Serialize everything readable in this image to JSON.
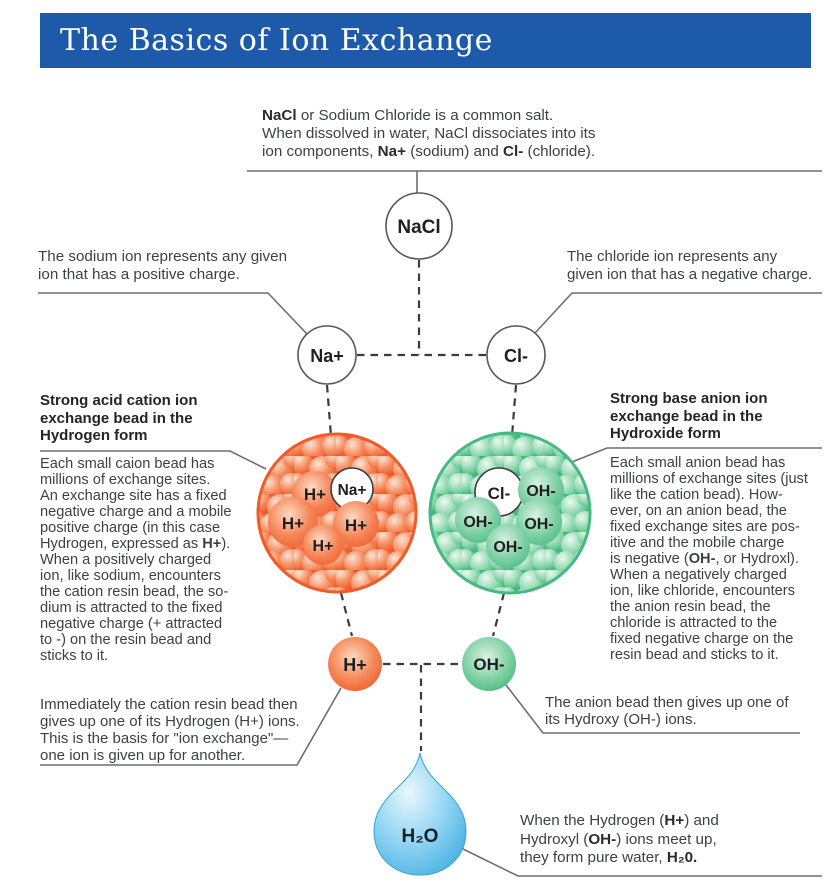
{
  "header": {
    "title": "The Basics of Ion Exchange"
  },
  "notes": {
    "salt": "**NaCl** or Sodium Chloride is a common salt.\nWhen dissolved in water, NaCl dissociates into its\nion components, **Na+** (sodium) and **Cl-** (chloride).",
    "sodium": "The sodium ion represents any given\nion that has a positive charge.",
    "chloride": "The chloride ion represents any\ngiven ion that has a negative charge.",
    "cation_heading": "Strong acid cation ion\nexchange bead in the\nHydrogen form",
    "cation_body": "Each small caion bead has\nmillions of exchange sites.\nAn exchange site has a fixed\nnegative charge and a mobile\npositive charge (in this case\nHydrogen, expressed as **H+**).\nWhen a positively charged\nion, like sodium, encounters\nthe cation resin bead, the so-\ndium is attracted to the fixed\nnegative charge (+ attracted\nto -) on the resin bead and\nsticks to it.",
    "anion_heading": "Strong base anion ion\nexchange bead in the\nHydroxide form",
    "anion_body": "Each small anion bead has\nmillions of exchange sites (just\nlike the cation bead). How-\never, on an anion bead, the\nfixed exchange sites are pos-\nitive and the mobile charge\nis negative (**OH-**, or Hydroxl).\nWhen a negatively charged\nion, like chloride, encounters\nthe anion resin bead, the\nchloride is attracted to the\nfixed negative charge on the\nresin bead and sticks to it.",
    "cation_release": "Immediately the cation resin bead then\ngives up one of its Hydrogen (H+) ions.\nThis is the basis for \"ion exchange\"—\none ion is given up for another.",
    "anion_release": "The anion bead then gives up one of\nits Hydroxy (OH-) ions.",
    "water": "When the Hydrogen (**H+**) and\nHydroxyl (**OH-**) ions meet up,\nthey form pure water, **H₂0.**"
  },
  "diagram": {
    "nacl_label": "NaCl",
    "na_label": "Na+",
    "cl_label": "Cl-",
    "h_label": "H+",
    "oh_label": "OH-",
    "water_label": "H₂O",
    "cation_bead_ions": [
      "H+",
      "H+",
      "H+",
      "H+"
    ],
    "cation_bead_captured": "Na+",
    "anion_bead_ions": [
      "OH-",
      "OH-",
      "OH-",
      "OH-"
    ],
    "anion_bead_captured": "Cl-"
  },
  "colors": {
    "header_blue": "#1d5aa9",
    "cation_orange": "#f15a29",
    "anion_green": "#45ba80",
    "water_blue": "#3aa8e0",
    "line_gray": "#6d6e71",
    "text_dark": "#3f4041"
  }
}
